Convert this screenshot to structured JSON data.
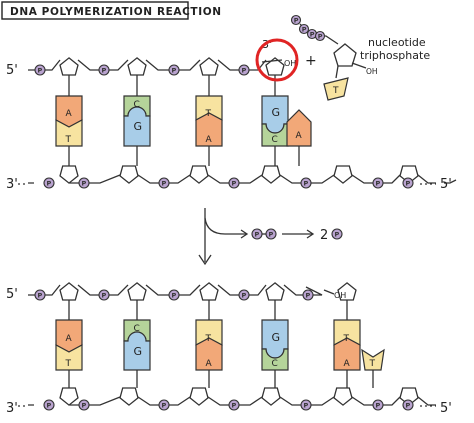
{
  "title": "DNA POLYMERIZATION REACTION",
  "top": {
    "strand_top_5prime": "5'",
    "strand_bottom_3prime": "3'",
    "strand_bottom_5prime": "5'",
    "end_label_3prime": "3'",
    "end_label_oh": "OH",
    "plus": "+",
    "nucleotide_label_line1": "nucleotide",
    "nucleotide_label_line2": "triphosphate",
    "nucleotide_oh": "OH",
    "nucleotide_base": "T",
    "pairs": [
      {
        "top": "A",
        "bottom": "T"
      },
      {
        "top": "C",
        "bottom": "G"
      },
      {
        "top": "T",
        "bottom": "A"
      },
      {
        "top": "G",
        "bottom": "C"
      }
    ],
    "unpaired_bottom_base": "A"
  },
  "reaction": {
    "byproduct": "2",
    "phosphate_symbol": "P"
  },
  "bottom": {
    "strand_top_5prime": "5'",
    "strand_bottom_3prime": "3'",
    "strand_bottom_5prime": "5'",
    "end_label_oh": "OH",
    "pairs": [
      {
        "top": "A",
        "bottom": "T"
      },
      {
        "top": "C",
        "bottom": "G"
      },
      {
        "top": "T",
        "bottom": "A"
      },
      {
        "top": "G",
        "bottom": "C"
      },
      {
        "top": "T",
        "bottom": "A"
      }
    ],
    "unpaired_bottom_base": "T"
  },
  "colors": {
    "A": "#f2a878",
    "T": "#f7e3a0",
    "C": "#b5d49a",
    "G": "#a8cde8",
    "phosphate": "#b9a3cf",
    "highlight": "#e02424"
  }
}
